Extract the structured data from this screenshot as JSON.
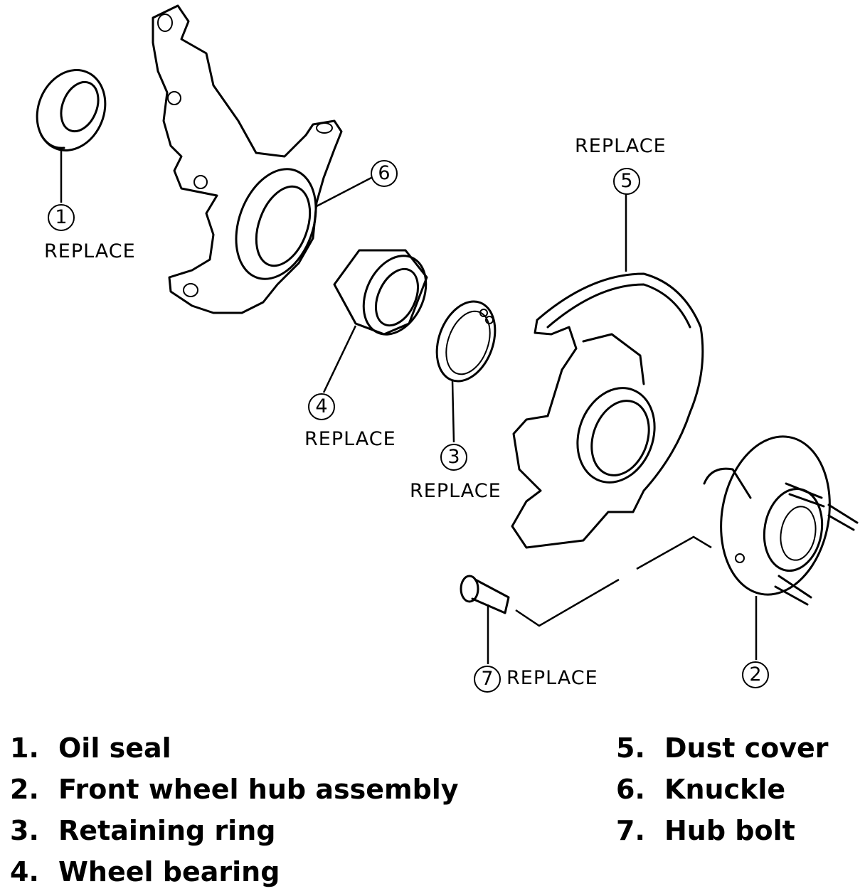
{
  "diagram": {
    "callouts": [
      "1",
      "2",
      "3",
      "4",
      "5",
      "6",
      "7"
    ],
    "replace_label": "REPLACE"
  },
  "legend": [
    {
      "num": "1.",
      "text": "Oil seal"
    },
    {
      "num": "2.",
      "text": "Front wheel hub assembly"
    },
    {
      "num": "3.",
      "text": "Retaining ring"
    },
    {
      "num": "4.",
      "text": "Wheel bearing"
    },
    {
      "num": "5.",
      "text": "Dust cover"
    },
    {
      "num": "6.",
      "text": "Knuckle"
    },
    {
      "num": "7.",
      "text": "Hub bolt"
    }
  ]
}
